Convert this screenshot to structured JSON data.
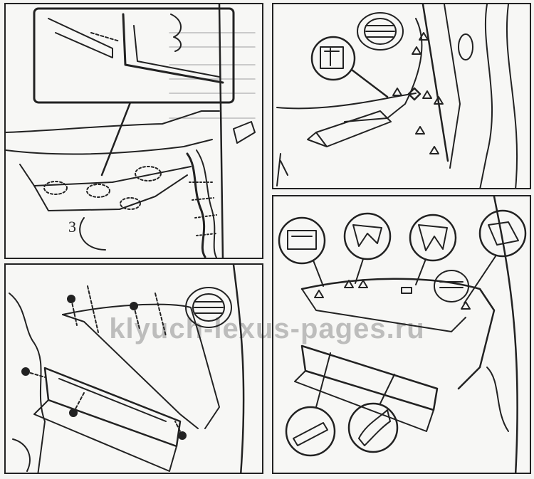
{
  "figure": {
    "watermark": "klyuch-lexus-pages.ru",
    "panels": [
      {
        "id": "p1",
        "callout_label": "3"
      },
      {
        "id": "p2"
      },
      {
        "id": "p3"
      },
      {
        "id": "p4"
      }
    ]
  },
  "colors": {
    "line": "#222222",
    "paper": "#f7f7f5",
    "watermark": "#7a7a7a"
  }
}
